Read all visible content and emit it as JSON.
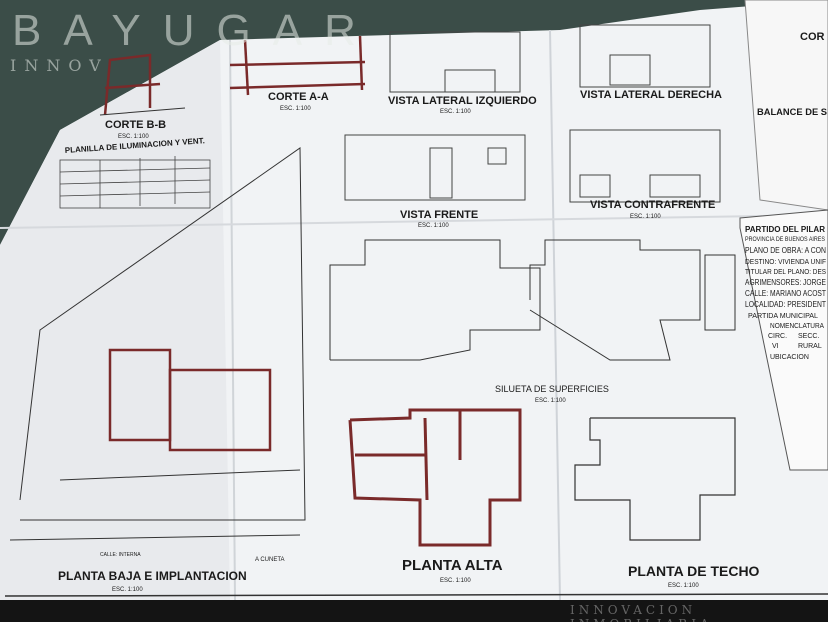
{
  "watermark": {
    "brand": "BAYUGAR",
    "sub": "INNOV",
    "footer": "INNOVACION INMOBILIARIA"
  },
  "drawings": {
    "corte_bb": {
      "title": "CORTE B-B",
      "scale": "ESC. 1:100"
    },
    "corte_aa": {
      "title": "CORTE A-A",
      "scale": "ESC. 1:100"
    },
    "vista_lat_izq": {
      "title": "VISTA LATERAL IZQUIERDO",
      "scale": "ESC. 1:100"
    },
    "vista_lat_der": {
      "title": "VISTA LATERAL DERECHA"
    },
    "vista_frente": {
      "title": "VISTA FRENTE",
      "scale": "ESC. 1:100"
    },
    "vista_contrafrente": {
      "title": "VISTA CONTRAFRENTE",
      "scale": "ESC. 1:100"
    },
    "silueta": {
      "title": "SILUETA DE SUPERFICIES",
      "scale": "ESC. 1:100"
    },
    "planta_baja": {
      "title": "PLANTA BAJA E IMPLANTACION",
      "scale": "ESC. 1:100",
      "street": "CALLE: INTERNA",
      "cuneta": "A CUNETA"
    },
    "planta_alta": {
      "title": "PLANTA ALTA",
      "scale": "ESC. 1:100"
    },
    "planta_techo": {
      "title": "PLANTA DE TECHO",
      "scale": "ESC. 1:100"
    },
    "corte_right": {
      "title": "COR"
    },
    "planilla": {
      "title": "PLANILLA DE ILUMINACION Y VENT."
    },
    "balance": {
      "title": "BALANCE DE S"
    }
  },
  "title_block": {
    "partido": "PARTIDO DEL PILAR",
    "provincia": "PROVINCIA DE BUENOS AIRES",
    "plano": "PLANO DE OBRA: A CON",
    "destino": "DESTINO: VIVIENDA UNIF",
    "titular": "TITULAR DEL PLANO: DES",
    "agrimensores": "AGRIMENSORES: JORGE",
    "calle": "CALLE: MARIANO ACOST",
    "localidad": "LOCALIDAD: PRESIDENT",
    "partida": "PARTIDA MUNICIPAL",
    "nomenclatura": "NOMENCLATURA",
    "circ": "CIRC.",
    "secc": "SECC.",
    "circ_val": "VI",
    "secc_val": "RURAL",
    "ubicacion": "UBICACION"
  }
}
